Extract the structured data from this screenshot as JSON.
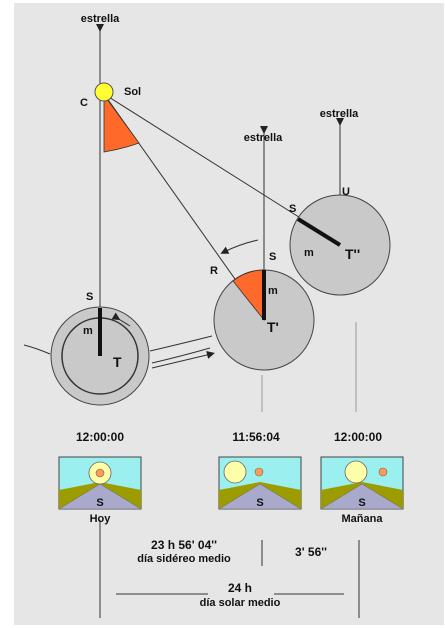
{
  "labels": {
    "estrella_top": "estrella",
    "estrella_mid": "estrella",
    "estrella_right": "estrella",
    "c": "C",
    "sol": "Sol",
    "s_left": "S",
    "m_left": "m",
    "t_left": "T",
    "r": "R",
    "s_mid": "S",
    "m_mid": "m",
    "t_mid": "T'",
    "s_right": "S",
    "u": "U",
    "m_right": "m",
    "t_right": "T''"
  },
  "times": {
    "today": "12:00:00",
    "mid": "11:56:04",
    "tomorrow": "12:00:00"
  },
  "panels": {
    "today": {
      "s": "S",
      "caption": "Hoy"
    },
    "mid": {
      "s": "S"
    },
    "tomorrow": {
      "s": "S",
      "caption": "Mañana"
    }
  },
  "durations": {
    "sidereal_value": "23 h 56' 04''",
    "sidereal_label": "día sidéreo medio",
    "diff_value": "3' 56''",
    "solar_value": "24 h",
    "solar_label": "día solar medio"
  },
  "colors": {
    "background": "#e6e6e6",
    "earth_fill": "#c9c9c9",
    "angle_fill": "#ff6a2a",
    "sun_fill": "#ffff33",
    "sky_fill": "#9cefef",
    "ground_fill": "#9c9c00",
    "road_fill": "#a9a9cc"
  }
}
